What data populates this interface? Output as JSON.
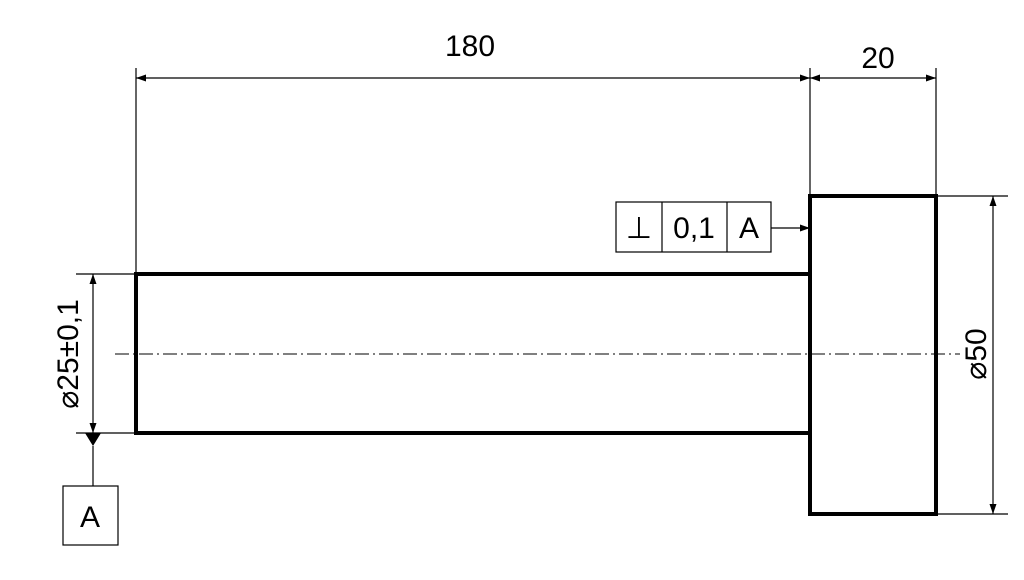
{
  "drawing": {
    "dim_shaft_length": "180",
    "dim_head_length": "20",
    "dim_shaft_diameter": "⌀25±0,1",
    "dim_head_diameter": "⌀50",
    "tolerance_frame": {
      "symbol": "⊥",
      "value": "0,1",
      "datum": "A"
    },
    "datum_label": "A"
  }
}
